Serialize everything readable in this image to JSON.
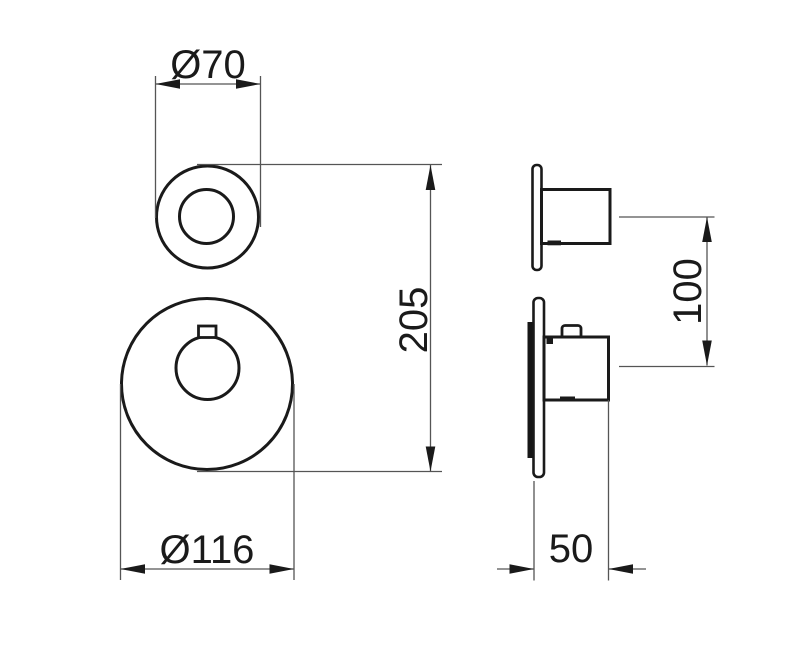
{
  "drawing": {
    "type": "technical-dimension-drawing",
    "views": {
      "front_view": "concealed thermostatic mixer - front",
      "side_view": "concealed thermostatic mixer - side"
    },
    "dimensions": {
      "handle_diameter": "Ø70",
      "escutcheon_diameter": "Ø116",
      "overall_height": "205",
      "center_spacing": "100",
      "depth": "50"
    },
    "colors": {
      "background": "#ffffff",
      "part_outline": "#1a1a1a",
      "dimension_line": "#555555",
      "text": "#1a1a1a"
    }
  }
}
